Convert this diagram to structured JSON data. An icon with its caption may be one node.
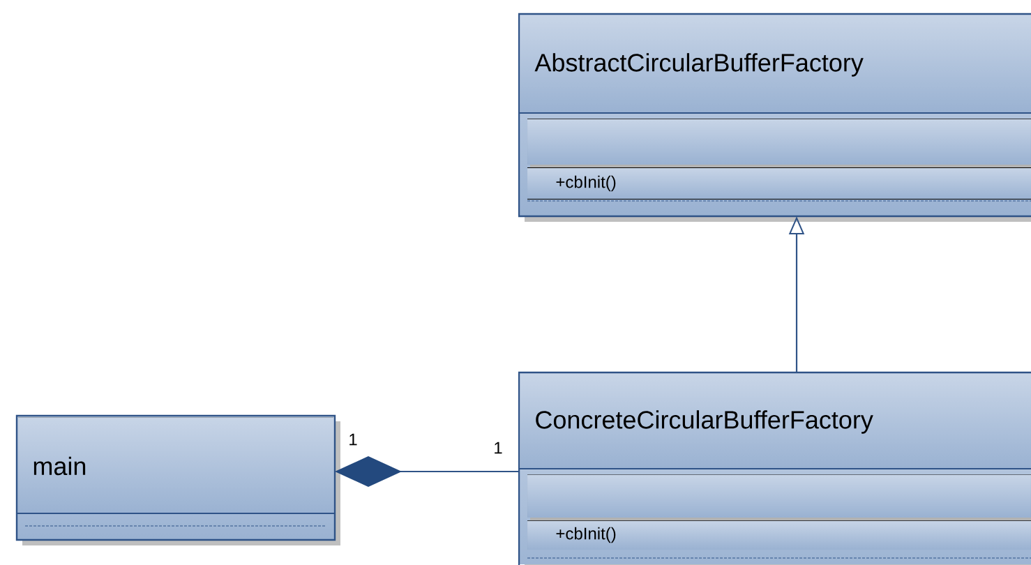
{
  "diagram": {
    "nodes": [
      {
        "text": [
          "AbstractCircularBufferFactory",
          "+cbInit()"
        ]
      },
      {
        "text": [
          "ConcreteCircularBufferFactory",
          "+cbInit()"
        ]
      },
      {
        "text": [
          "main"
        ]
      }
    ],
    "edges": [
      {
        "from": 1,
        "to": 0,
        "arrow": "to"
      },
      {
        "from": 2,
        "to": 1,
        "arrow": "other"
      }
    ],
    "labels": [
      "1",
      "1"
    ]
  }
}
